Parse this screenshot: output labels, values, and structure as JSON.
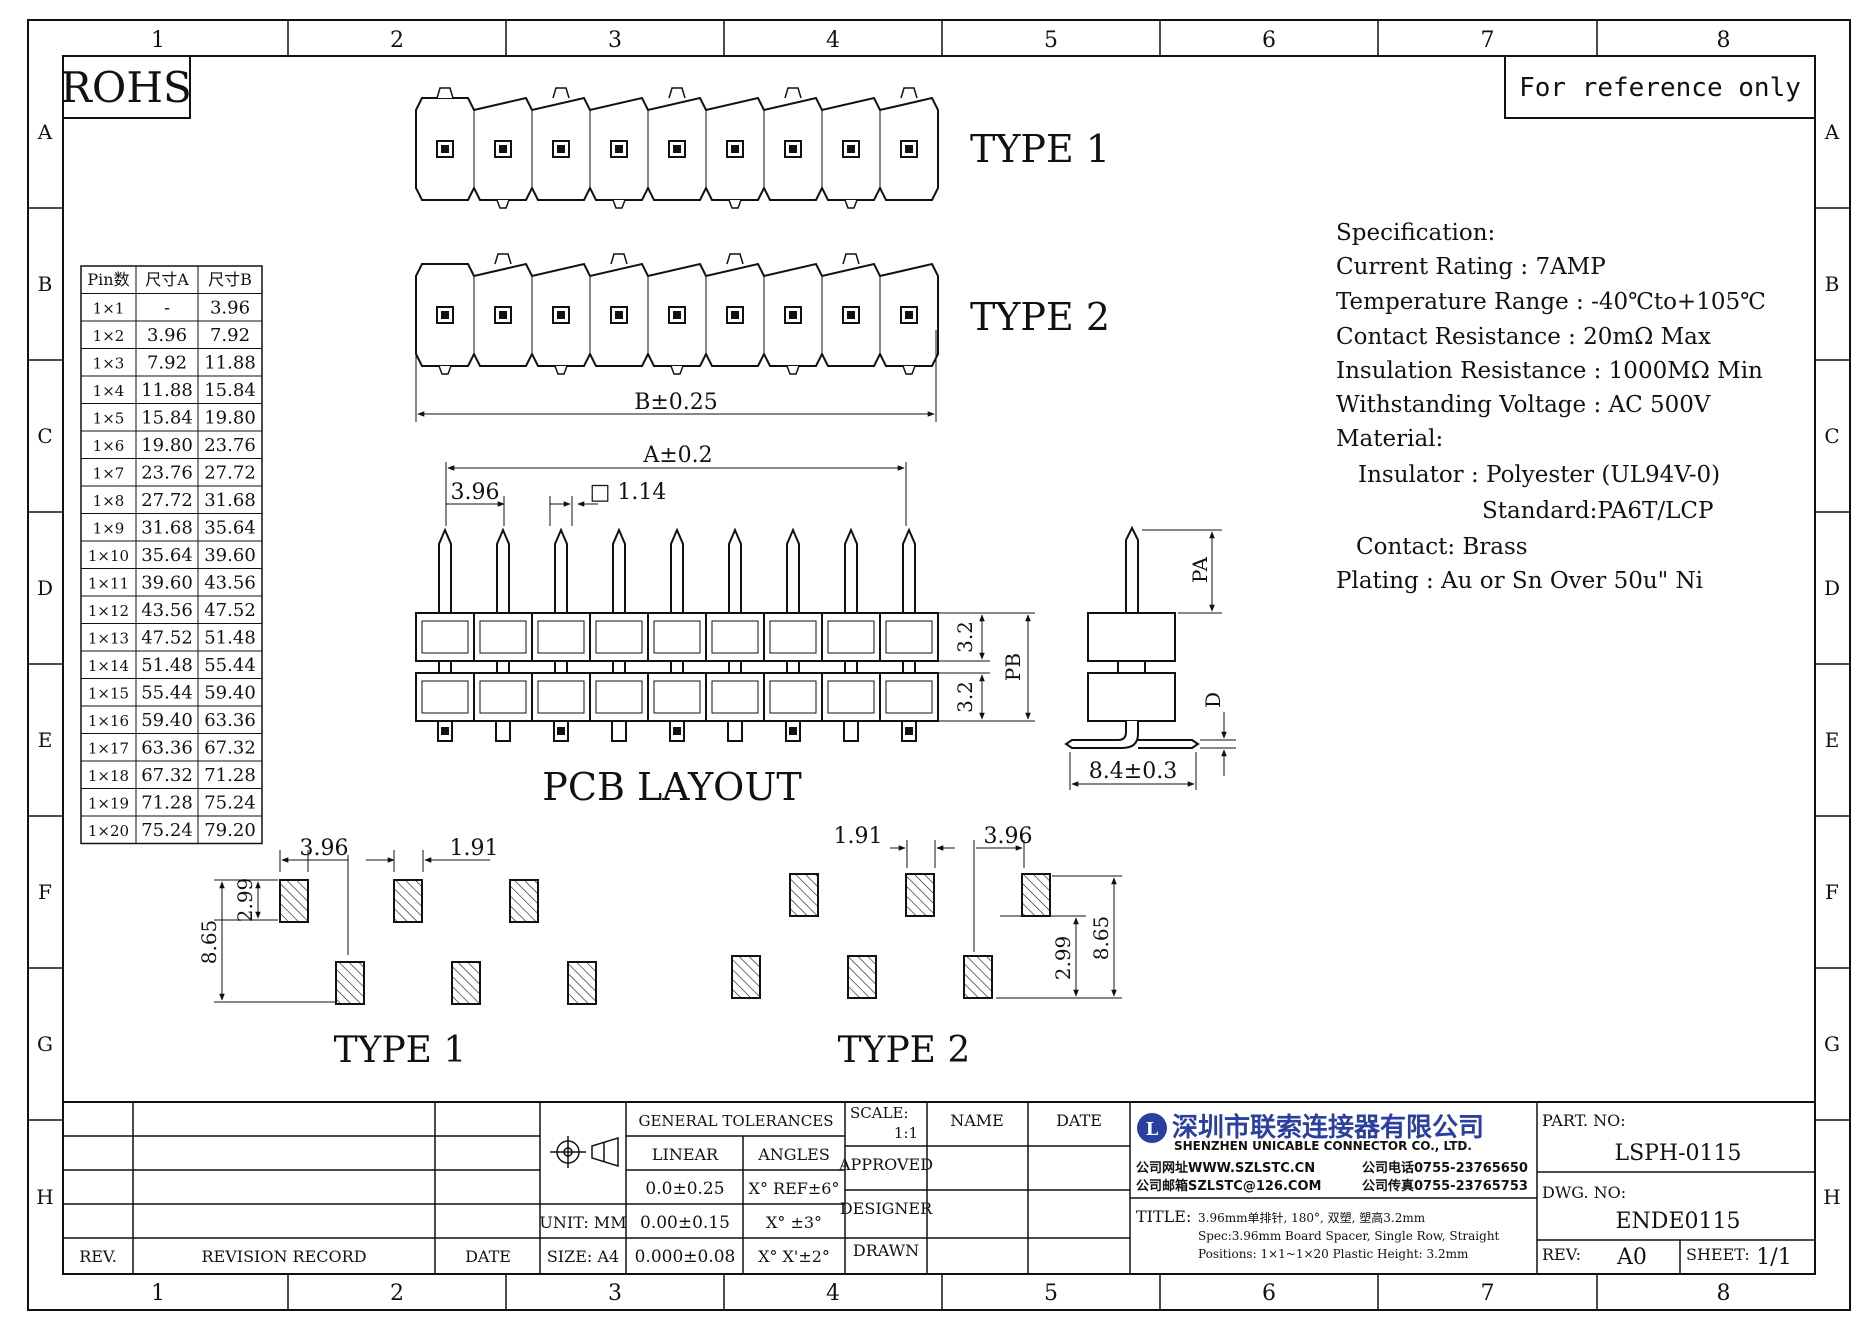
{
  "frame": {
    "col_labels": [
      "1",
      "2",
      "3",
      "4",
      "5",
      "6",
      "7",
      "8"
    ],
    "row_labels": [
      "A",
      "B",
      "C",
      "D",
      "E",
      "F",
      "G",
      "H"
    ]
  },
  "rohs": "ROHS",
  "reference_note": "For reference only",
  "views": {
    "type1": "TYPE 1",
    "type2": "TYPE 2",
    "pcb_layout": "PCB LAYOUT",
    "fp_type1": "TYPE 1",
    "fp_type2": "TYPE 2"
  },
  "dims": {
    "b_tol": "B±0.25",
    "a_tol": "A±0.2",
    "pitch": "3.96",
    "pin_sq": "□ 1.14",
    "h1": "3.2",
    "h2": "3.2",
    "pb": "PB",
    "pa": "PA",
    "d": "D",
    "width": "8.4±0.3",
    "fp1_pitch": "3.96",
    "fp1_pad": "1.91",
    "fp1_offset": "2.99",
    "fp1_span": "8.65",
    "fp2_pad": "1.91",
    "fp2_pitch": "3.96",
    "fp2_offset": "2.99",
    "fp2_span": "8.65"
  },
  "pin_table": {
    "headers": [
      "Pin数",
      "尺寸A",
      "尺寸B"
    ],
    "rows": [
      [
        "1×1",
        "-",
        "3.96"
      ],
      [
        "1×2",
        "3.96",
        "7.92"
      ],
      [
        "1×3",
        "7.92",
        "11.88"
      ],
      [
        "1×4",
        "11.88",
        "15.84"
      ],
      [
        "1×5",
        "15.84",
        "19.80"
      ],
      [
        "1×6",
        "19.80",
        "23.76"
      ],
      [
        "1×7",
        "23.76",
        "27.72"
      ],
      [
        "1×8",
        "27.72",
        "31.68"
      ],
      [
        "1×9",
        "31.68",
        "35.64"
      ],
      [
        "1×10",
        "35.64",
        "39.60"
      ],
      [
        "1×11",
        "39.60",
        "43.56"
      ],
      [
        "1×12",
        "43.56",
        "47.52"
      ],
      [
        "1×13",
        "47.52",
        "51.48"
      ],
      [
        "1×14",
        "51.48",
        "55.44"
      ],
      [
        "1×15",
        "55.44",
        "59.40"
      ],
      [
        "1×16",
        "59.40",
        "63.36"
      ],
      [
        "1×17",
        "63.36",
        "67.32"
      ],
      [
        "1×18",
        "67.32",
        "71.28"
      ],
      [
        "1×19",
        "71.28",
        "75.24"
      ],
      [
        "1×20",
        "75.24",
        "79.20"
      ]
    ]
  },
  "spec": [
    "Specification:",
    "Current Rating : 7AMP",
    "Temperature Range : -40℃to+105℃",
    "Contact Resistance : 20mΩ Max",
    "Insulation Resistance : 1000MΩ Min",
    "Withstanding Voltage : AC 500V",
    "Material:",
    "Insulator : Polyester (UL94V-0)",
    "Standard:PA6T/LCP",
    "Contact: Brass",
    "Plating : Au or Sn Over 50u\" Ni"
  ],
  "title_block": {
    "rev": "REV.",
    "revision_record": "REVISION RECORD",
    "date": "DATE",
    "unit": "UNIT: MM",
    "size": "SIZE: A4",
    "general_tolerances": "GENERAL TOLERANCES",
    "linear": "LINEAR",
    "angles": "ANGLES",
    "lin1": "0.0±0.25",
    "lin2": "0.00±0.15",
    "lin3": "0.000±0.08",
    "ang1": "X° REF±6°",
    "ang2": "X° ±3°",
    "ang3": "X° X'±2°",
    "scale_label": "SCALE:",
    "scale_value": "1:1",
    "approved": "APPROVED",
    "designer": "DESIGNER",
    "drawn": "DRAWN",
    "name": "NAME",
    "date2": "DATE",
    "company_cn": "深圳市联索连接器有限公司",
    "company_en": "SHENZHEN UNICABLE CONNECTOR CO., LTD.",
    "web": "公司网址WWW.SZLSTC.CN",
    "phone": "公司电话0755-23765650",
    "email": "公司邮箱SZLSTC@126.COM",
    "fax": "公司传真0755-23765753",
    "title_label": "TITLE:",
    "title_line1": "3.96mm单排针, 180°, 双塑, 塑高3.2mm",
    "title_line2": "Spec:3.96mm Board Spacer, Single Row, Straight",
    "title_line3": "Positions: 1×1~1×20 Plastic Height: 3.2mm",
    "part_no_label": "PART. NO:",
    "part_no": "LSPH-0115",
    "dwg_no_label": "DWG. NO:",
    "dwg_no": "ENDE0115",
    "rev_label": "REV:",
    "rev_value": "A0",
    "sheet_label": "SHEET:",
    "sheet_value": "1/1"
  }
}
